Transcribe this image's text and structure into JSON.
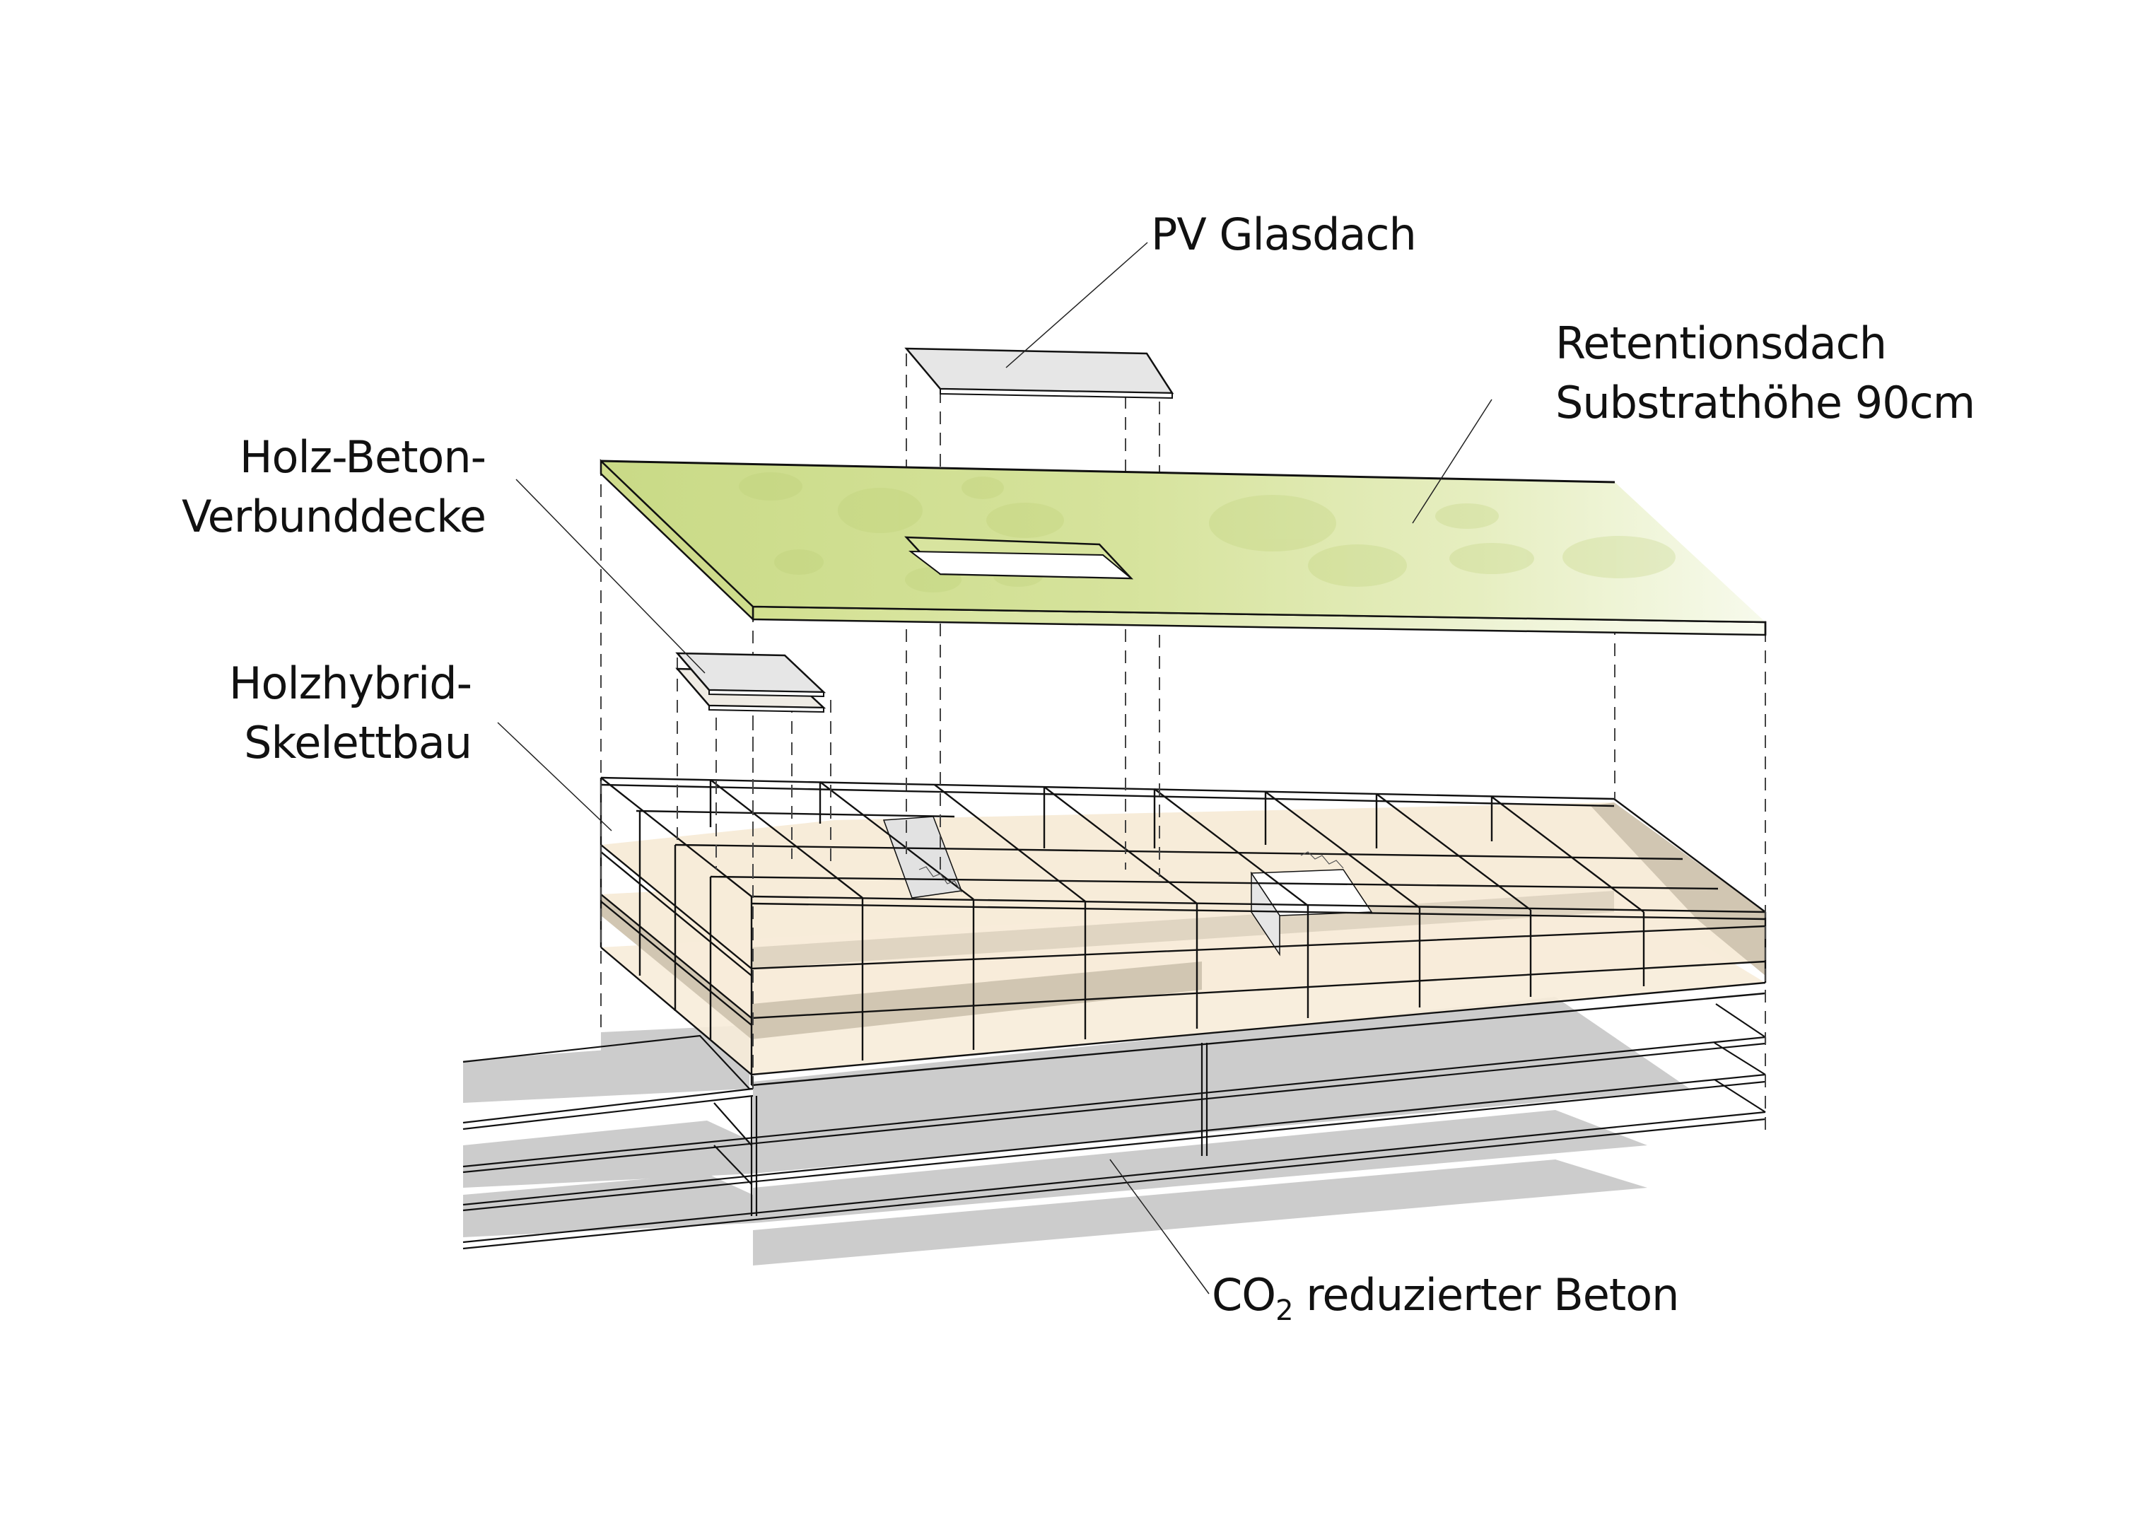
{
  "diagram": {
    "type": "exploded-axonometric",
    "subject": "building construction layers",
    "colors": {
      "green_roof_dark": "#c9da86",
      "green_roof_light": "#f4f8e4",
      "timber": "#f7ecd9",
      "timber_shadow": "#d1c6b2",
      "glass_panel": "#e6e6e6",
      "concrete_shadow": "#cccccc",
      "line": "#111111"
    }
  },
  "labels": {
    "pv_glasdach": "PV Glasdach",
    "retentionsdach_line1": "Retentionsdach",
    "retentionsdach_line2": "Substrathöhe 90cm",
    "holz_beton_line1": "Holz-Beton-",
    "holz_beton_line2": "Verbunddecke",
    "holzhybrid_line1": "Holzhybrid-",
    "holzhybrid_line2": "Skelettbau",
    "co2_prefix": "CO",
    "co2_subscript": "2",
    "co2_suffix": " reduzierter Beton"
  },
  "layers": [
    {
      "name": "PV Glasdach",
      "material": "photovoltaic glass"
    },
    {
      "name": "Retentionsdach",
      "detail": "Substrathöhe 90cm"
    },
    {
      "name": "Holz-Beton-Verbunddecke"
    },
    {
      "name": "Holzhybrid-Skelettbau"
    },
    {
      "name": "CO2 reduzierter Beton"
    }
  ]
}
